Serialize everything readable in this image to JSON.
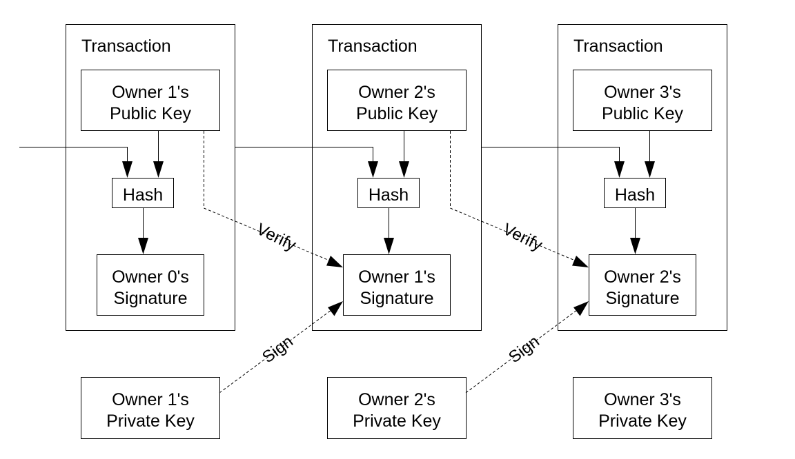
{
  "transactions": [
    {
      "title": "Transaction",
      "public_key": [
        "Owner 1's",
        "Public Key"
      ],
      "hash": "Hash",
      "signature": [
        "Owner 0's",
        "Signature"
      ]
    },
    {
      "title": "Transaction",
      "public_key": [
        "Owner 2's",
        "Public Key"
      ],
      "hash": "Hash",
      "signature": [
        "Owner 1's",
        "Signature"
      ]
    },
    {
      "title": "Transaction",
      "public_key": [
        "Owner 3's",
        "Public Key"
      ],
      "hash": "Hash",
      "signature": [
        "Owner 2's",
        "Signature"
      ]
    }
  ],
  "private_keys": [
    [
      "Owner 1's",
      "Private Key"
    ],
    [
      "Owner 2's",
      "Private Key"
    ],
    [
      "Owner 3's",
      "Private Key"
    ]
  ],
  "labels": {
    "verify": [
      "Verify",
      "Verify"
    ],
    "sign": [
      "Sign",
      "Sign"
    ]
  }
}
